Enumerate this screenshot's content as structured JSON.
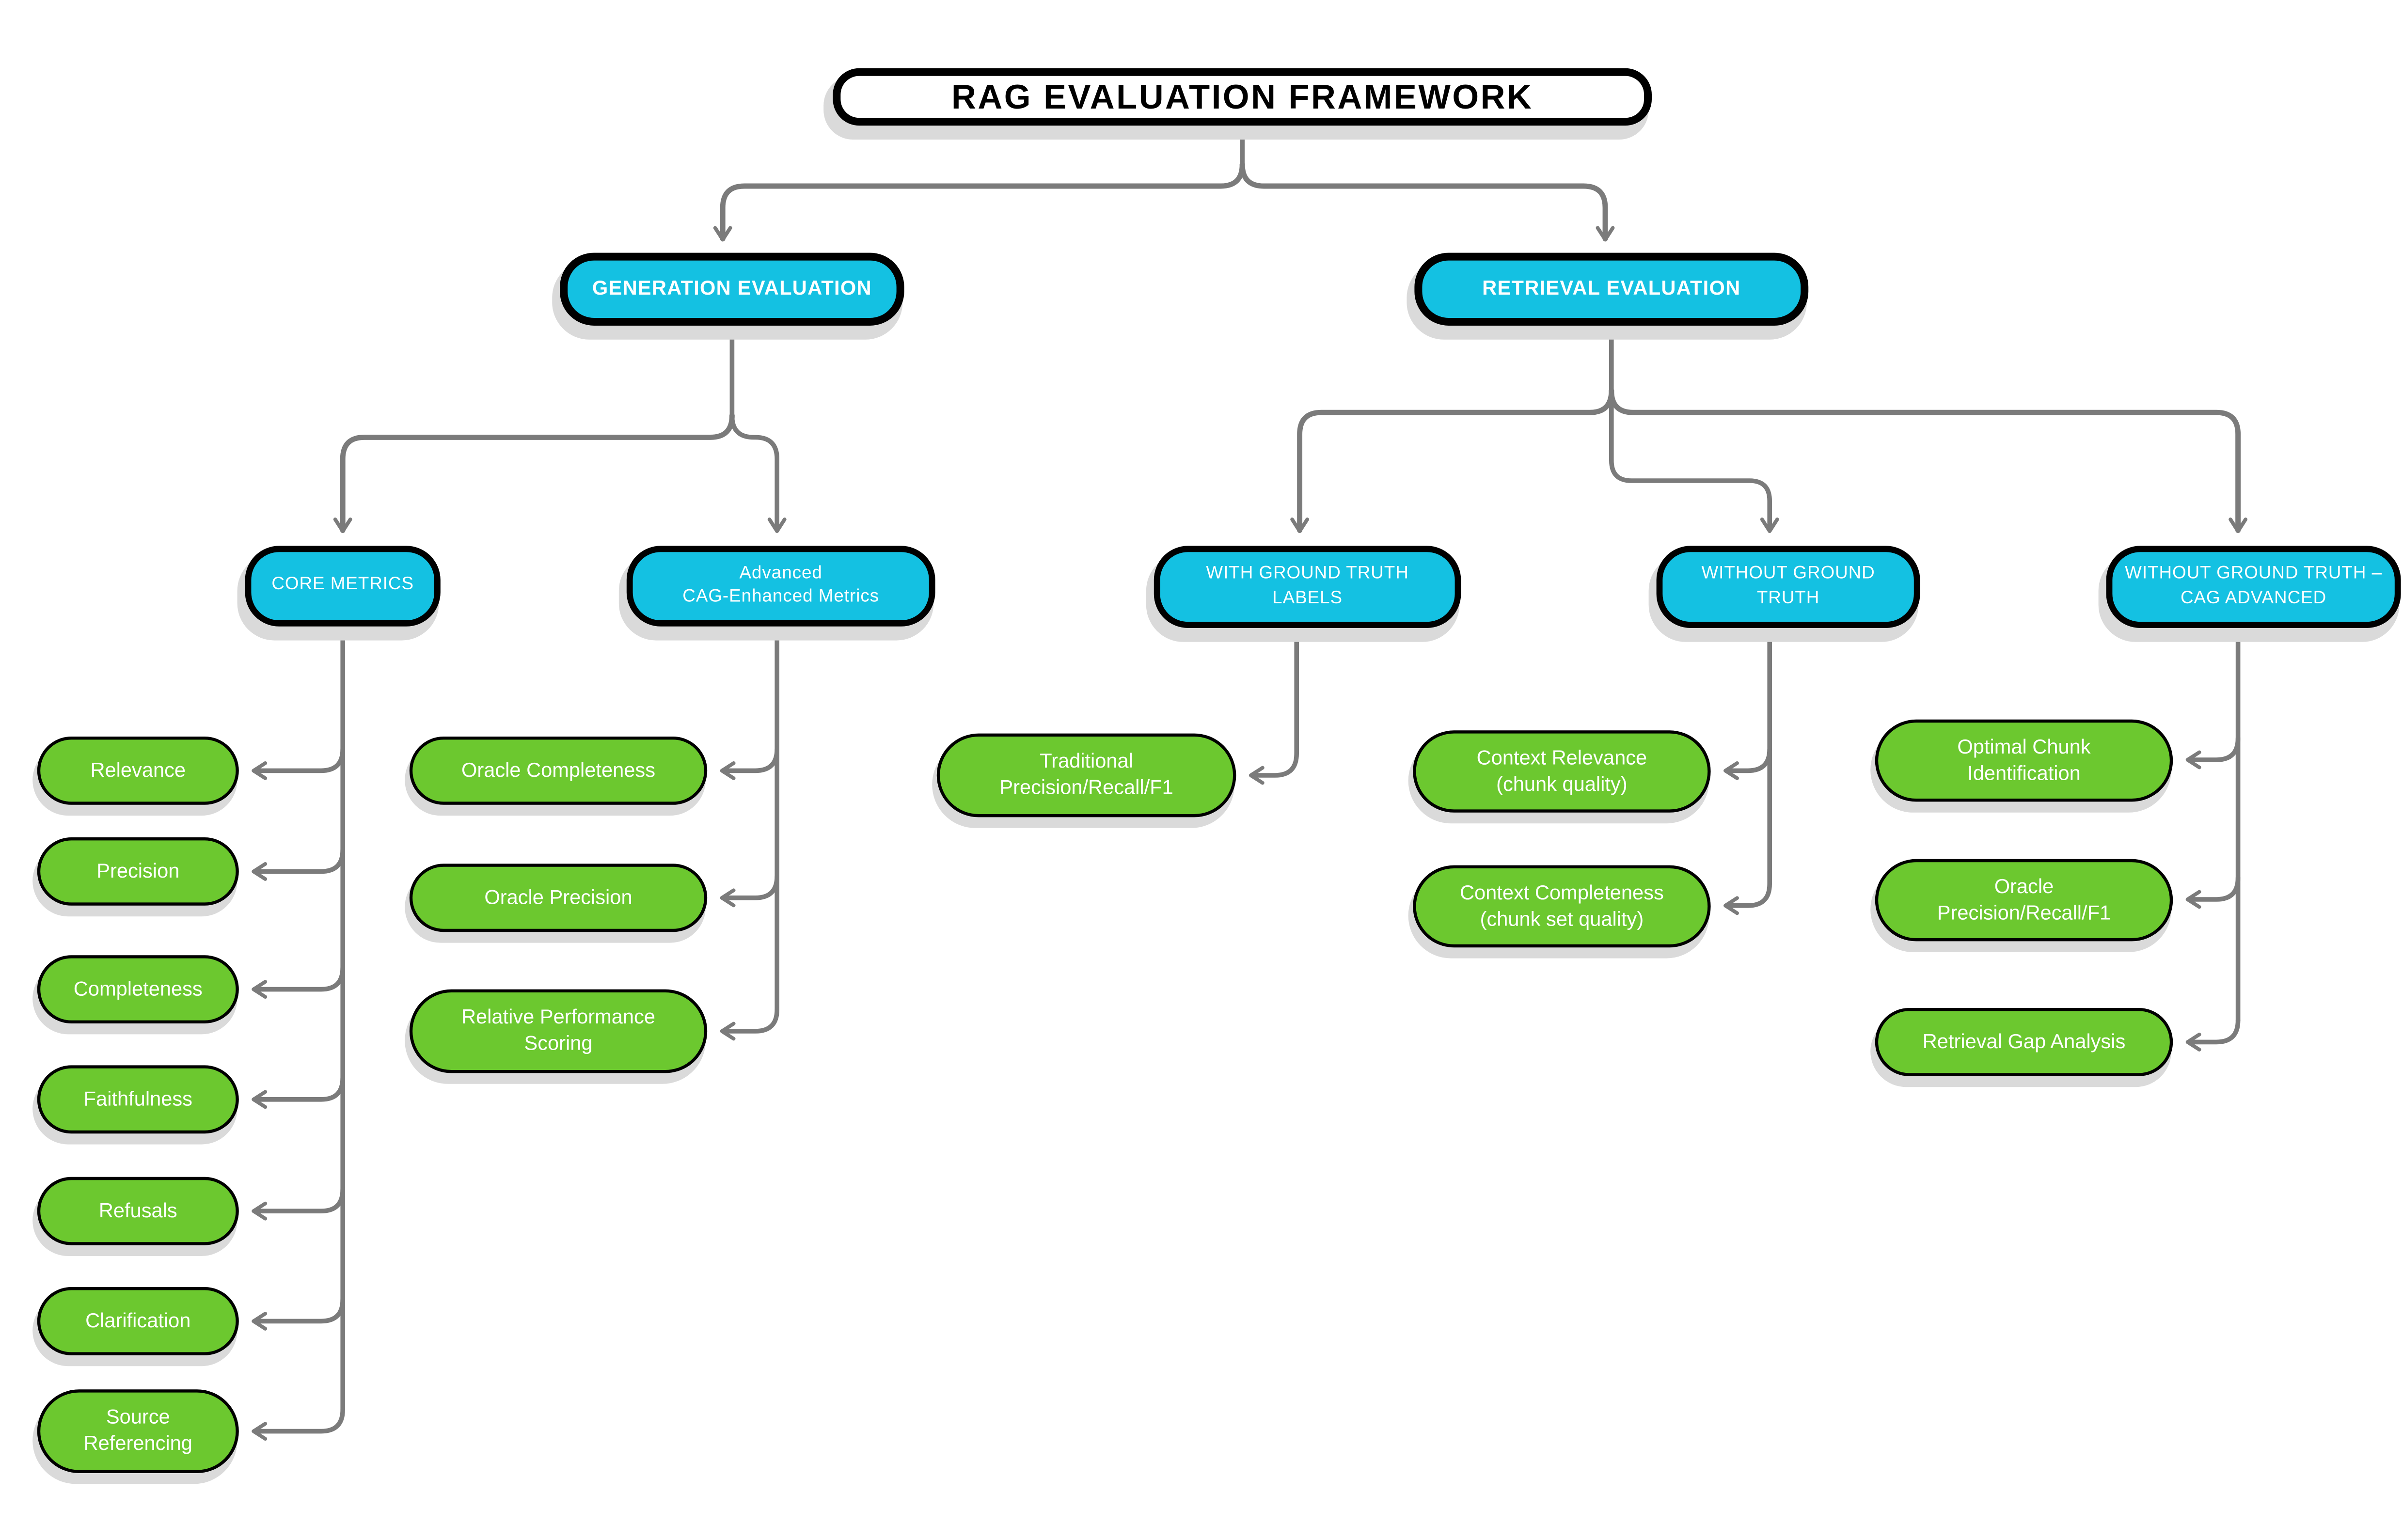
{
  "title": "RAG EVALUATION FRAMEWORK",
  "colors": {
    "cyan": "#14c1e2",
    "green": "#6cc82f",
    "connector": "#7b7b7b",
    "shadow": "#dadada",
    "border": "#000000",
    "background": "#ffffff"
  },
  "branches": [
    {
      "id": "generation",
      "label": "GENERATION EVALUATION",
      "groups": [
        {
          "id": "core-metrics",
          "lines": [
            "CORE METRICS"
          ],
          "leaves": [
            [
              "Relevance"
            ],
            [
              "Precision"
            ],
            [
              "Completeness"
            ],
            [
              "Faithfulness"
            ],
            [
              "Refusals"
            ],
            [
              "Clarification"
            ],
            [
              "Source",
              "Referencing"
            ]
          ]
        },
        {
          "id": "advanced-cag-enhanced-metrics",
          "lines": [
            "Advanced",
            "CAG-Enhanced Metrics"
          ],
          "leaves": [
            [
              "Oracle Completeness"
            ],
            [
              "Oracle Precision"
            ],
            [
              "Relative Performance",
              "Scoring"
            ]
          ]
        }
      ]
    },
    {
      "id": "retrieval",
      "label": "RETRIEVAL EVALUATION",
      "groups": [
        {
          "id": "with-ground-truth-labels",
          "lines": [
            "WITH GROUND TRUTH",
            "LABELS"
          ],
          "leaves": [
            [
              "Traditional",
              "Precision/Recall/F1"
            ]
          ]
        },
        {
          "id": "without-ground-truth",
          "lines": [
            "WITHOUT GROUND",
            "TRUTH"
          ],
          "leaves": [
            [
              "Context Relevance",
              "(chunk quality)"
            ],
            [
              "Context Completeness",
              "(chunk set quality)"
            ]
          ]
        },
        {
          "id": "without-ground-truth-cag-advanced",
          "lines": [
            "WITHOUT GROUND TRUTH –",
            "CAG ADVANCED"
          ],
          "leaves": [
            [
              "Optimal Chunk",
              "Identification"
            ],
            [
              "Oracle",
              "Precision/Recall/F1"
            ],
            [
              "Retrieval Gap Analysis"
            ]
          ]
        }
      ]
    }
  ]
}
